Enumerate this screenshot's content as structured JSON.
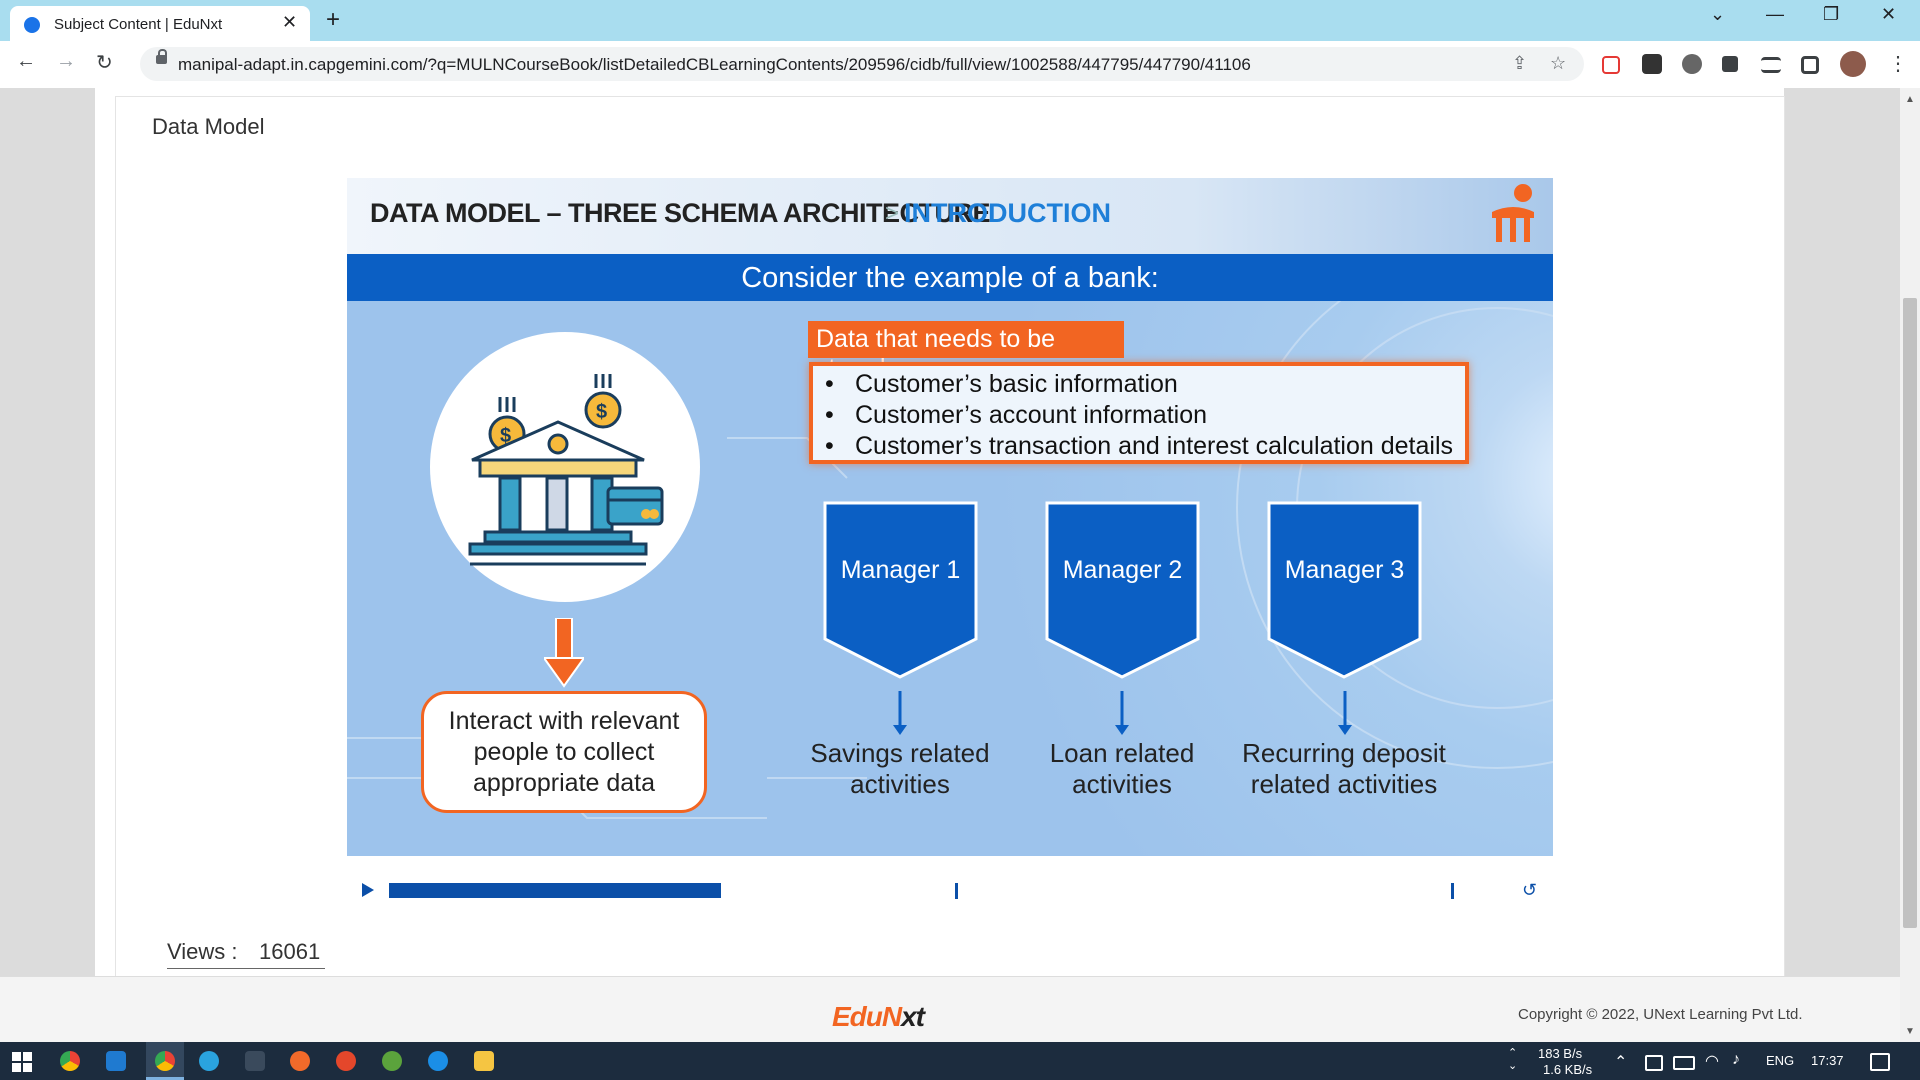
{
  "browser": {
    "tab_title": "Subject Content | EduNxt",
    "url": "manipal-adapt.in.capgemini.com/?q=MULNCourseBook/listDetailedCBLearningContents/209596/cidb/full/view/1002588/447795/447790/41106",
    "tab_close": "✕",
    "new_tab": "+",
    "minimize": "—",
    "restore": "❐",
    "close": "✕",
    "back": "←",
    "forward": "→",
    "reload": "↻",
    "share": "⇪",
    "star": "☆",
    "tab_search": "⌄"
  },
  "page": {
    "heading": "Data Model",
    "views_label": "Views :",
    "views_count": "16061"
  },
  "slide": {
    "title_main": "DATA MODEL – THREE SCHEMA ARCHITECTURE",
    "title_sep": ">",
    "title_sub": "INTRODUCTION",
    "banner": "Consider the example of a bank:",
    "data_label": "Data that needs to be stored:",
    "bullets": [
      "Customer’s basic information",
      "Customer’s account information",
      "Customer’s transaction and interest calculation details"
    ],
    "interact_lines": [
      "Interact with relevant",
      "people to collect",
      "appropriate data"
    ],
    "managers": [
      {
        "label": "Manager 1",
        "activity": [
          "Savings related",
          "activities"
        ]
      },
      {
        "label": "Manager 2",
        "activity": [
          "Loan related",
          "activities"
        ]
      },
      {
        "label": "Manager 3",
        "activity": [
          "Recurring deposit",
          "related activities"
        ]
      }
    ]
  },
  "player": {
    "progress_fraction": 0.27
  },
  "footer": {
    "logo_a": "EduN",
    "logo_b": "xt",
    "copyright": "Copyright © 2022, UNext Learning Pvt Ltd."
  },
  "taskbar": {
    "net_up": "183 B/s",
    "net_down": "1.6 KB/s",
    "lang": "ENG",
    "time": "17:37"
  },
  "colors": {
    "accent_orange": "#f26522",
    "slide_blue": "#0b5fc4",
    "title_blue": "#1e7fd8"
  }
}
